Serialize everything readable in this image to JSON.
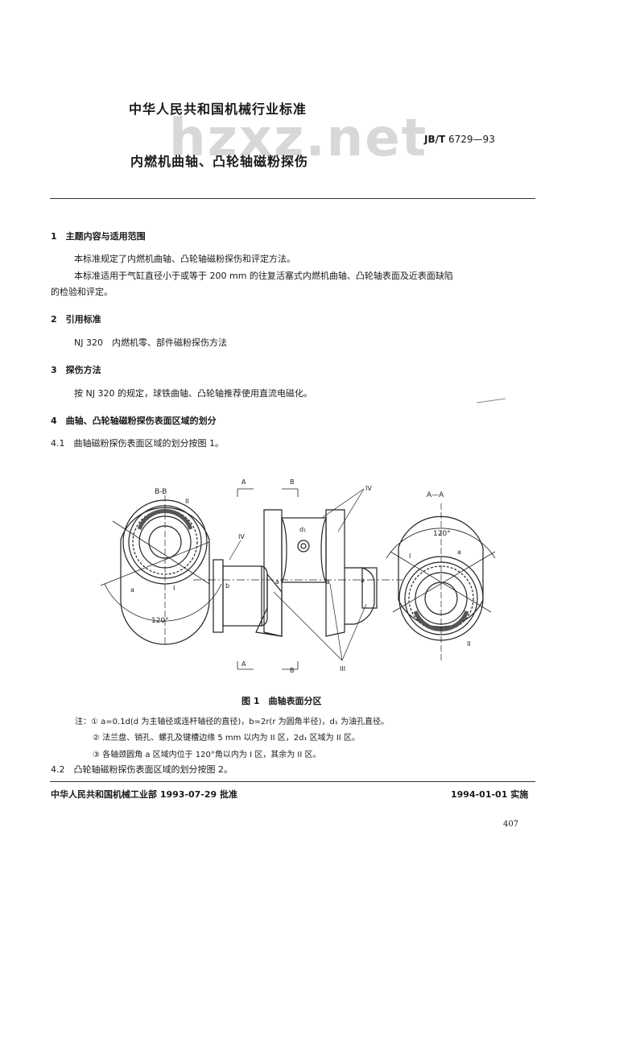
{
  "header": {
    "standard_org": "中华人民共和国机械行业标准",
    "watermark": "hzxz.net",
    "standard_prefix": "JB/T",
    "standard_number": "6729—93",
    "title": "内燃机曲轴、凸轮轴磁粉探伤"
  },
  "sections": {
    "s1_heading": "1　主题内容与适用范围",
    "s1_p1": "本标准规定了内燃机曲轴、凸轮轴磁粉探伤和评定方法。",
    "s1_p2a": "本标准适用于气缸直径小于或等于 200 mm 的往复活塞式内燃机曲轴、凸轮轴表面及近表面缺陷",
    "s1_p2b": "的检验和评定。",
    "s2_heading": "2　引用标准",
    "s2_p1": "NJ 320　内燃机零、部件磁粉探伤方法",
    "s3_heading": "3　探伤方法",
    "s3_p1": "按 NJ 320 的规定，球铁曲轴、凸轮轴推荐使用直流电磁化。",
    "s4_heading": "4　曲轴、凸轮轴磁粉探伤表面区域的划分",
    "s41_p": "4.1　曲轴磁粉探伤表面区域的划分按图 1。",
    "s42_p": "4.2　凸轮轴磁粉探伤表面区域的划分按图 2。"
  },
  "figure": {
    "caption": "图 1　曲轴表面分区",
    "label_bb": "B-B",
    "label_aa": "A—A",
    "label_a": "A",
    "label_b": "B",
    "label_angle": "120°",
    "label_I": "I",
    "label_II": "II",
    "label_III": "III",
    "label_IV": "IV",
    "label_a_small": "a",
    "label_b_small": "b",
    "label_d1": "d₁"
  },
  "notes": {
    "n1": "注：① a=0.1d(d 为主轴径或连杆轴径的直径)，b=2r(r 为圆角半径)，d₁ 为油孔直径。",
    "n2": "② 法兰盘、销孔、螺孔及键槽边缘 5 mm 以内为 II 区，2d₁ 区域为 II 区。",
    "n3": "③ 各轴颈圆角 a 区域内位于 120°角以内为 I 区，其余为 II 区。"
  },
  "footer": {
    "approval": "中华人民共和国机械工业部 1993-07-29 批准",
    "implementation": "1994-01-01 实施",
    "page_number": "407"
  }
}
